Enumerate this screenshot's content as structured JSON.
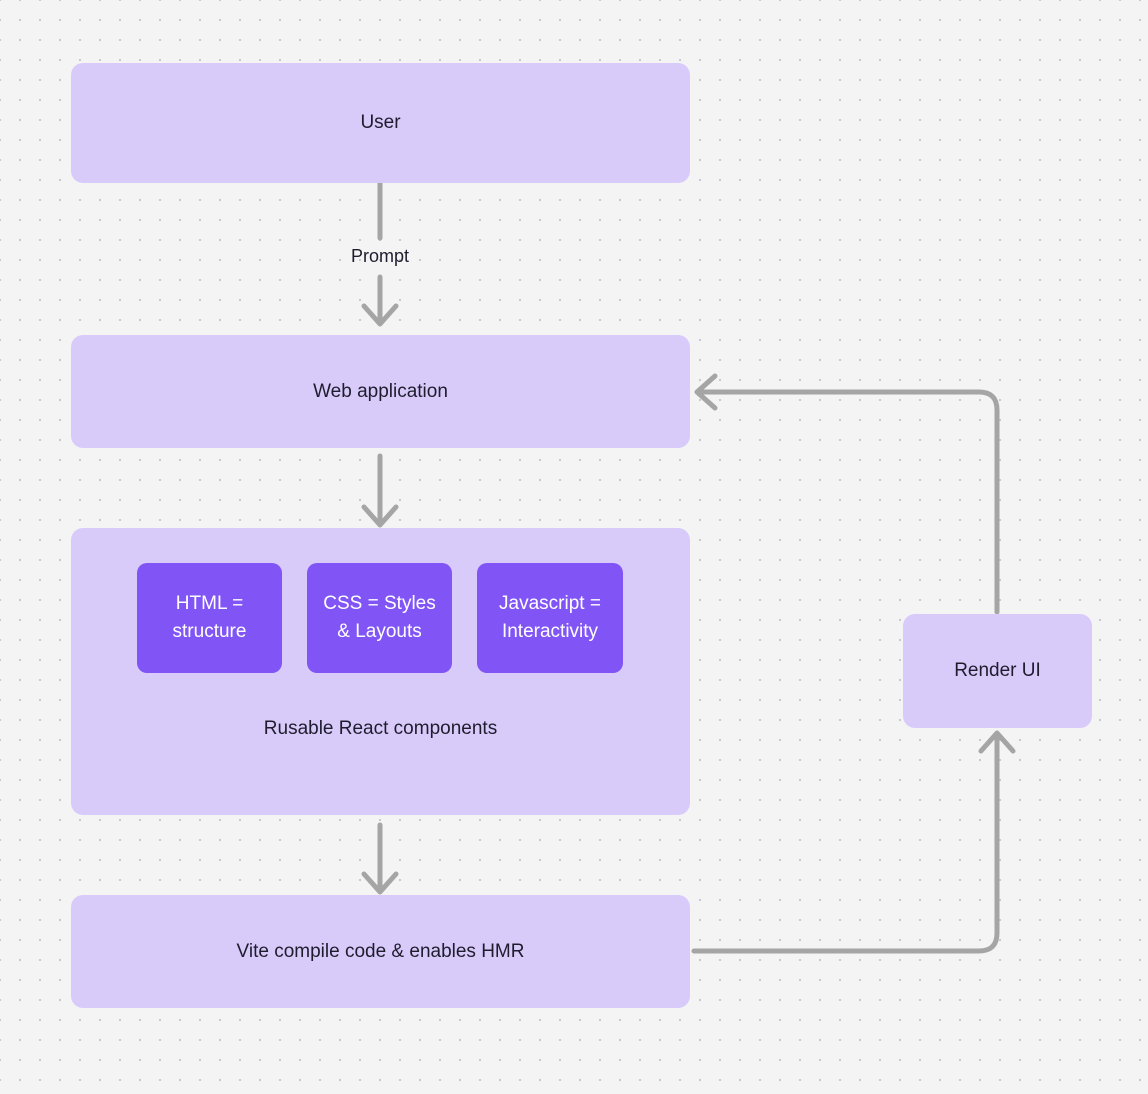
{
  "canvas": {
    "background_color": "#f4f4f5",
    "dot_color": "#c9c9cf",
    "node_fill_light": "#d8cbfa",
    "node_fill_strong": "#8155f5",
    "connector_color": "#a5a5a5",
    "text_color": "#1f1c2e",
    "strong_text_color": "#ffffff"
  },
  "nodes": {
    "user": {
      "label": "User"
    },
    "web_application": {
      "label": "Web application"
    },
    "components_group": {
      "label": "Rusable React components"
    },
    "html": {
      "label": "HTML =\nstructure",
      "line1": "HTML =",
      "line2": "structure"
    },
    "css": {
      "label": "CSS = Styles\n& Layouts",
      "line1": "CSS = Styles",
      "line2": "& Layouts"
    },
    "javascript": {
      "label": "Javascript =\nInteractivity",
      "line1": "Javascript =",
      "line2": "Interactivity"
    },
    "vite": {
      "label": "Vite compile code & enables HMR"
    },
    "render_ui": {
      "label": "Render UI"
    }
  },
  "edges": {
    "user_to_web": {
      "label": "Prompt"
    },
    "web_to_components": {
      "label": ""
    },
    "components_to_vite": {
      "label": ""
    },
    "vite_to_render": {
      "label": ""
    },
    "render_to_web": {
      "label": ""
    }
  }
}
